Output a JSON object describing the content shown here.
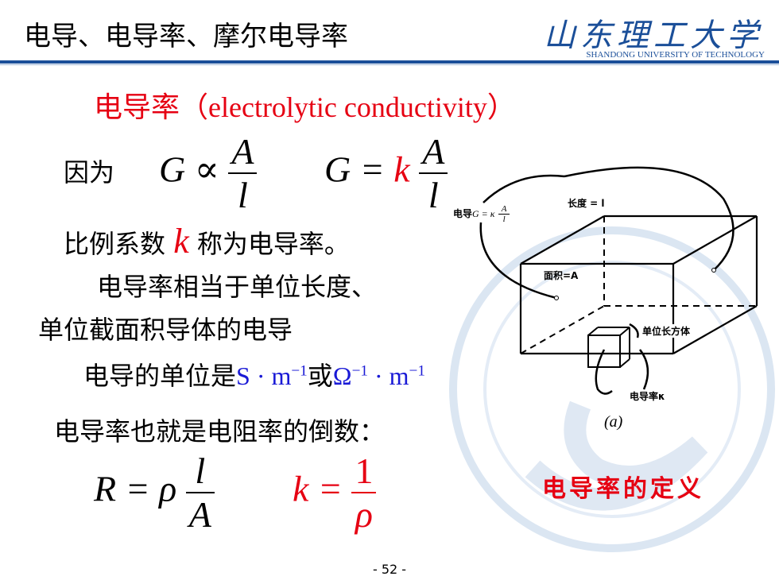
{
  "header": {
    "title": "电导、电导率、摩尔电导率",
    "logo_cn": "山东理工大学",
    "logo_en": "SHANDONG UNIVERSITY OF TECHNOLOGY"
  },
  "content": {
    "heading": "电导率（electrolytic conductivity）",
    "because": "因为",
    "prop_lhs": "G ∝",
    "frac_num": "A",
    "frac_den": "l",
    "eq_lhs": "G =",
    "eq_k": "k",
    "coef_pre": "比例系数",
    "coef_k": "k",
    "coef_post": "称为电导率。",
    "line3": "电导率相当于单位长度、",
    "line4": "单位截面积导体的电导",
    "unit_pre": "电导的单位是",
    "unit_S": "S · m",
    "unit_exp1": "−1",
    "unit_or": "或",
    "unit_omega": "Ω",
    "unit_exp2": "−1",
    "unit_m": " · m",
    "unit_exp3": "−1",
    "line6": "电导率也就是电阻率的倒数：",
    "r_lhs": "R = ρ",
    "r_num": "l",
    "r_den": "A",
    "k_lhs": "k =",
    "k_num": "1",
    "k_den": "ρ",
    "definition": "电导率的定义"
  },
  "diagram": {
    "label_G": "电导",
    "label_G_formula": "G = κ",
    "label_G_num": "A",
    "label_G_den": "l",
    "label_length": "长度 = l",
    "label_area": "面积=A",
    "label_unit_cube": "单位长方体",
    "label_kappa": "电导率κ",
    "caption": "(a)"
  },
  "page_number": "- 52 -",
  "colors": {
    "accent_blue": "#1b4f99",
    "red": "#e60012",
    "unit_blue": "#1a1ad6"
  }
}
